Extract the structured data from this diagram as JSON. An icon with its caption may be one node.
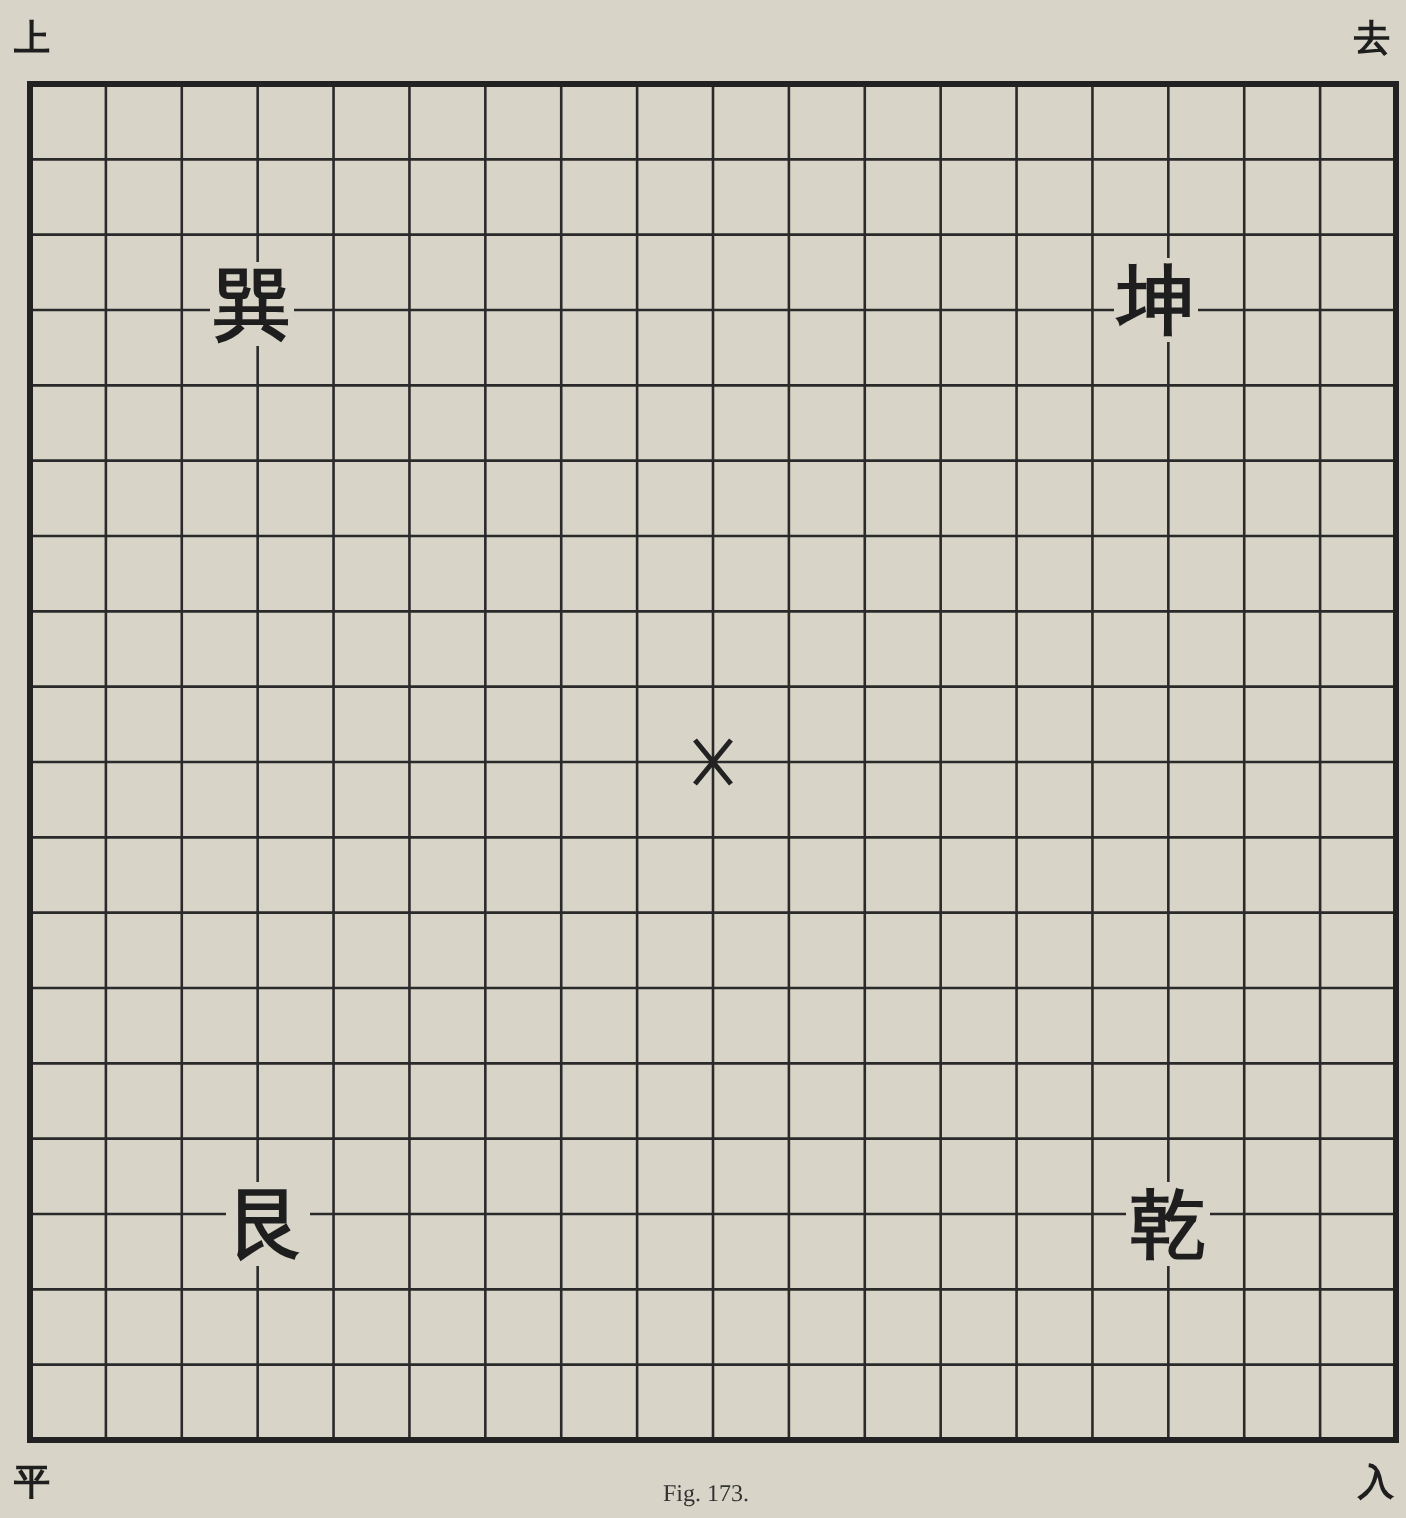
{
  "diagram": {
    "caption": "Fig. 173.",
    "labels": [
      "上",
      "去",
      "巽",
      "坤",
      "艮",
      "乾",
      "平",
      "入"
    ]
  }
}
